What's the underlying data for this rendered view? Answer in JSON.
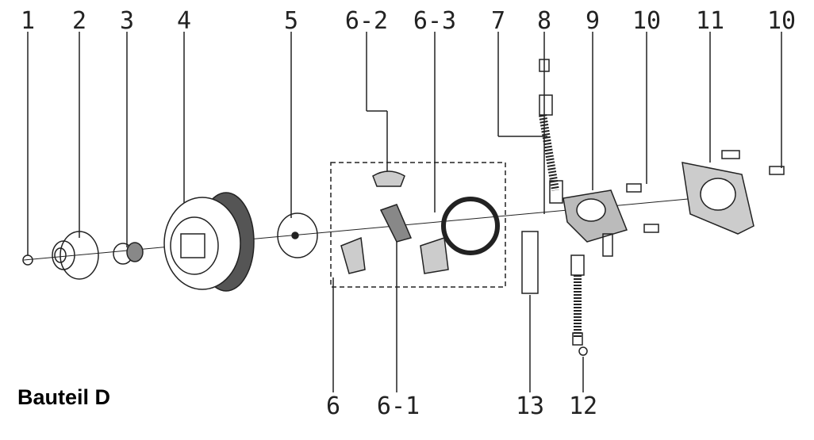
{
  "diagram": {
    "caption": "Bauteil D",
    "top_labels": [
      "1",
      "2",
      "3",
      "4",
      "5",
      "6-2",
      "6-3",
      "7",
      "8",
      "9",
      "10",
      "11",
      "10"
    ],
    "bottom_labels": [
      "6",
      "6-1",
      "13",
      "12"
    ]
  }
}
